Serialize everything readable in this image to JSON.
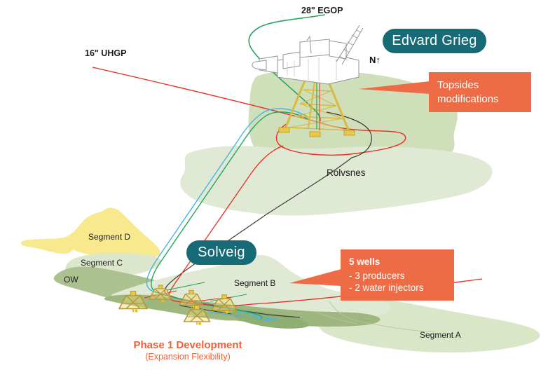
{
  "labels": {
    "egop": "28\" EGOP",
    "uhgp": "16\" UHGP",
    "rolvsnes": "Rolvsnes",
    "segment_a": "Segment A",
    "segment_b": "Segment B",
    "segment_c": "Segment C",
    "segment_d": "Segment D",
    "ow": "OW"
  },
  "compass": {
    "north": "N",
    "arrow": "↑"
  },
  "badges": {
    "edvard_grieg": "Edvard Grieg",
    "solveig": "Solveig"
  },
  "callouts": {
    "topsides": {
      "line1": "Topsides",
      "line2": "modifications"
    },
    "wells": {
      "title": "5 wells",
      "item1": "- 3 producers",
      "item2": "- 2 water injectors"
    }
  },
  "phase": {
    "title": "Phase 1 Development",
    "subtitle": "(Expansion Flexibility)"
  },
  "colors": {
    "badge_teal": "#176b76",
    "callout_orange": "#ed6b45",
    "phase_orange": "#f0603a",
    "pipeline_green": "#27a55e",
    "pipeline_red": "#ea2d24",
    "pipeline_cyan": "#45b4e5",
    "umbilical_dark": "#3c3c3c",
    "land_light": "#dfe9d3",
    "land_medium": "#cfdfba",
    "land_dark": "#abc190",
    "land_band": "#9db77e",
    "land_deep": "#8fae72",
    "segment_d_yellow": "#f8e98e",
    "segment_c_pale": "#dbe6cb",
    "segment_a_light": "#d9e6c7",
    "platform_yellow": "#d9b93f"
  }
}
